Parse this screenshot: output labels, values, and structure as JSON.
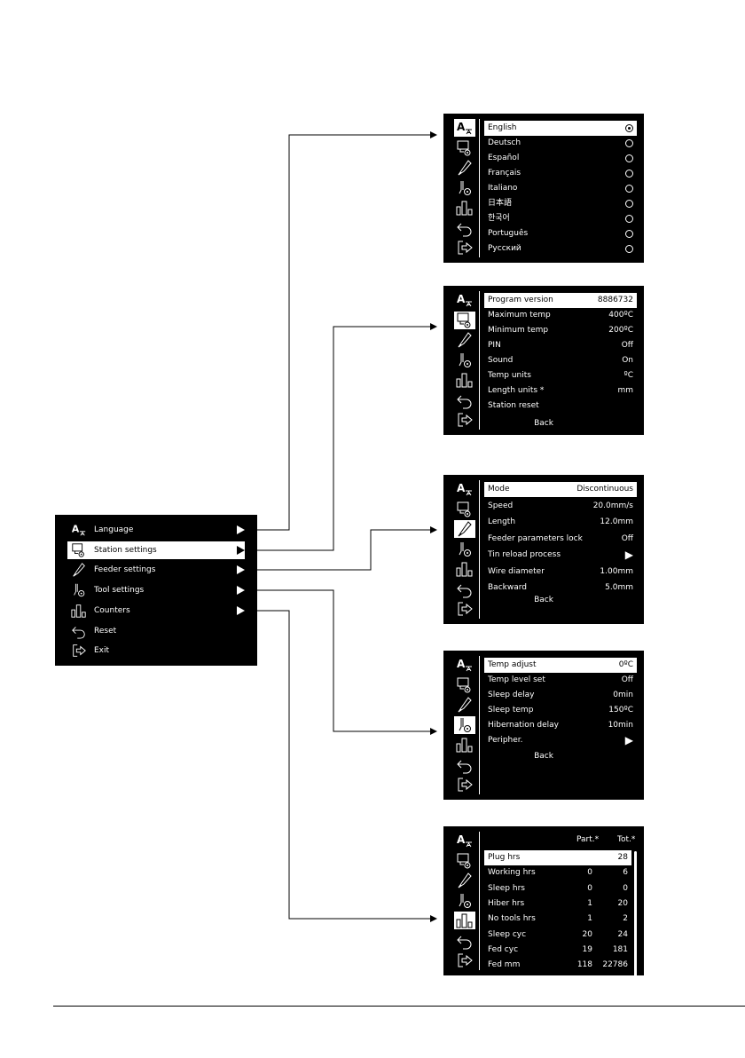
{
  "main_menu": {
    "items": [
      {
        "label": "Language",
        "icon": "language-icon",
        "arrow": true
      },
      {
        "label": "Station settings",
        "icon": "station-icon",
        "arrow": true,
        "selected": true
      },
      {
        "label": "Feeder settings",
        "icon": "feeder-icon",
        "arrow": true
      },
      {
        "label": "Tool settings",
        "icon": "tool-icon",
        "arrow": true
      },
      {
        "label": "Counters",
        "icon": "counters-icon",
        "arrow": true
      },
      {
        "label": "Reset",
        "icon": "reset-icon",
        "arrow": false
      },
      {
        "label": "Exit",
        "icon": "exit-icon",
        "arrow": false
      }
    ]
  },
  "language_screen": {
    "items": [
      {
        "label": "English",
        "selected": true
      },
      {
        "label": "Deutsch",
        "selected": false
      },
      {
        "label": "Español",
        "selected": false
      },
      {
        "label": "Français",
        "selected": false
      },
      {
        "label": "Italiano",
        "selected": false
      },
      {
        "label": "日本語",
        "selected": false
      },
      {
        "label": "한국어",
        "selected": false
      },
      {
        "label": "Português",
        "selected": false
      },
      {
        "label": "Русский",
        "selected": false
      }
    ]
  },
  "station_screen": {
    "rows": [
      {
        "label": "Program version",
        "value": "8886732"
      },
      {
        "label": "Maximum temp",
        "value": "400ºC"
      },
      {
        "label": "Minimum temp",
        "value": "200ºC"
      },
      {
        "label": "PIN",
        "value": "Off"
      },
      {
        "label": "Sound",
        "value": "On"
      },
      {
        "label": "Temp units",
        "value": "ºC"
      },
      {
        "label": "Length units *",
        "value": "mm"
      },
      {
        "label": "Station reset",
        "value": ""
      }
    ],
    "back": "Back"
  },
  "feeder_screen": {
    "rows": [
      {
        "label": "Mode",
        "value": "Discontinuous"
      },
      {
        "label": "Speed",
        "value": "20.0mm/s"
      },
      {
        "label": "Length",
        "value": "12.0mm"
      },
      {
        "label": "Feeder parameters lock",
        "value": "Off"
      },
      {
        "label": "Tin reload process",
        "value": "▶"
      },
      {
        "label": "Wire diameter",
        "value": "1.00mm"
      },
      {
        "label": "Backward",
        "value": "5.0mm"
      }
    ],
    "back": "Back"
  },
  "tool_screen": {
    "rows": [
      {
        "label": "Temp adjust",
        "value": "0ºC"
      },
      {
        "label": "Temp level set",
        "value": "Off"
      },
      {
        "label": "Sleep delay",
        "value": "0min"
      },
      {
        "label": "Sleep temp",
        "value": "150ºC"
      },
      {
        "label": "Hibernation delay",
        "value": "10min"
      },
      {
        "label": "Peripher.",
        "value": "▶"
      }
    ],
    "back": "Back"
  },
  "counters_screen": {
    "headers": [
      "Part.*",
      "Tot.*"
    ],
    "rows": [
      {
        "label": "Plug hrs",
        "part": "",
        "total": "28"
      },
      {
        "label": "Working hrs",
        "part": "0",
        "total": "6"
      },
      {
        "label": "Sleep hrs",
        "part": "0",
        "total": "0"
      },
      {
        "label": "Hiber hrs",
        "part": "1",
        "total": "20"
      },
      {
        "label": "No tools hrs",
        "part": "1",
        "total": "2"
      },
      {
        "label": "Sleep cyc",
        "part": "20",
        "total": "24"
      },
      {
        "label": "Fed cyc",
        "part": "19",
        "total": "181"
      },
      {
        "label": "Fed mm",
        "part": "118",
        "total": "22786"
      }
    ]
  },
  "colors": {
    "screen_bg": "#000000",
    "text": "#ffffff",
    "highlight": "#ffffff"
  }
}
